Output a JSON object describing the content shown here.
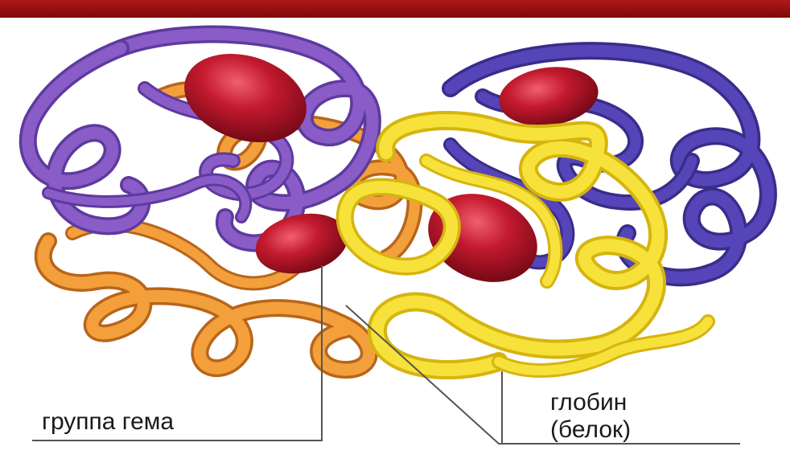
{
  "labels": {
    "heme_group": "группа гема",
    "globin_line1": "глобин",
    "globin_line2": "(белок)"
  },
  "colors": {
    "top_bar": "#9e1212",
    "chain_purple_left": "#8a5cc8",
    "chain_blue_right": "#5545b8",
    "chain_orange": "#f3a03c",
    "chain_yellow": "#f6e23a",
    "heme_red": "#c41a2e",
    "leader_line": "#555555"
  }
}
